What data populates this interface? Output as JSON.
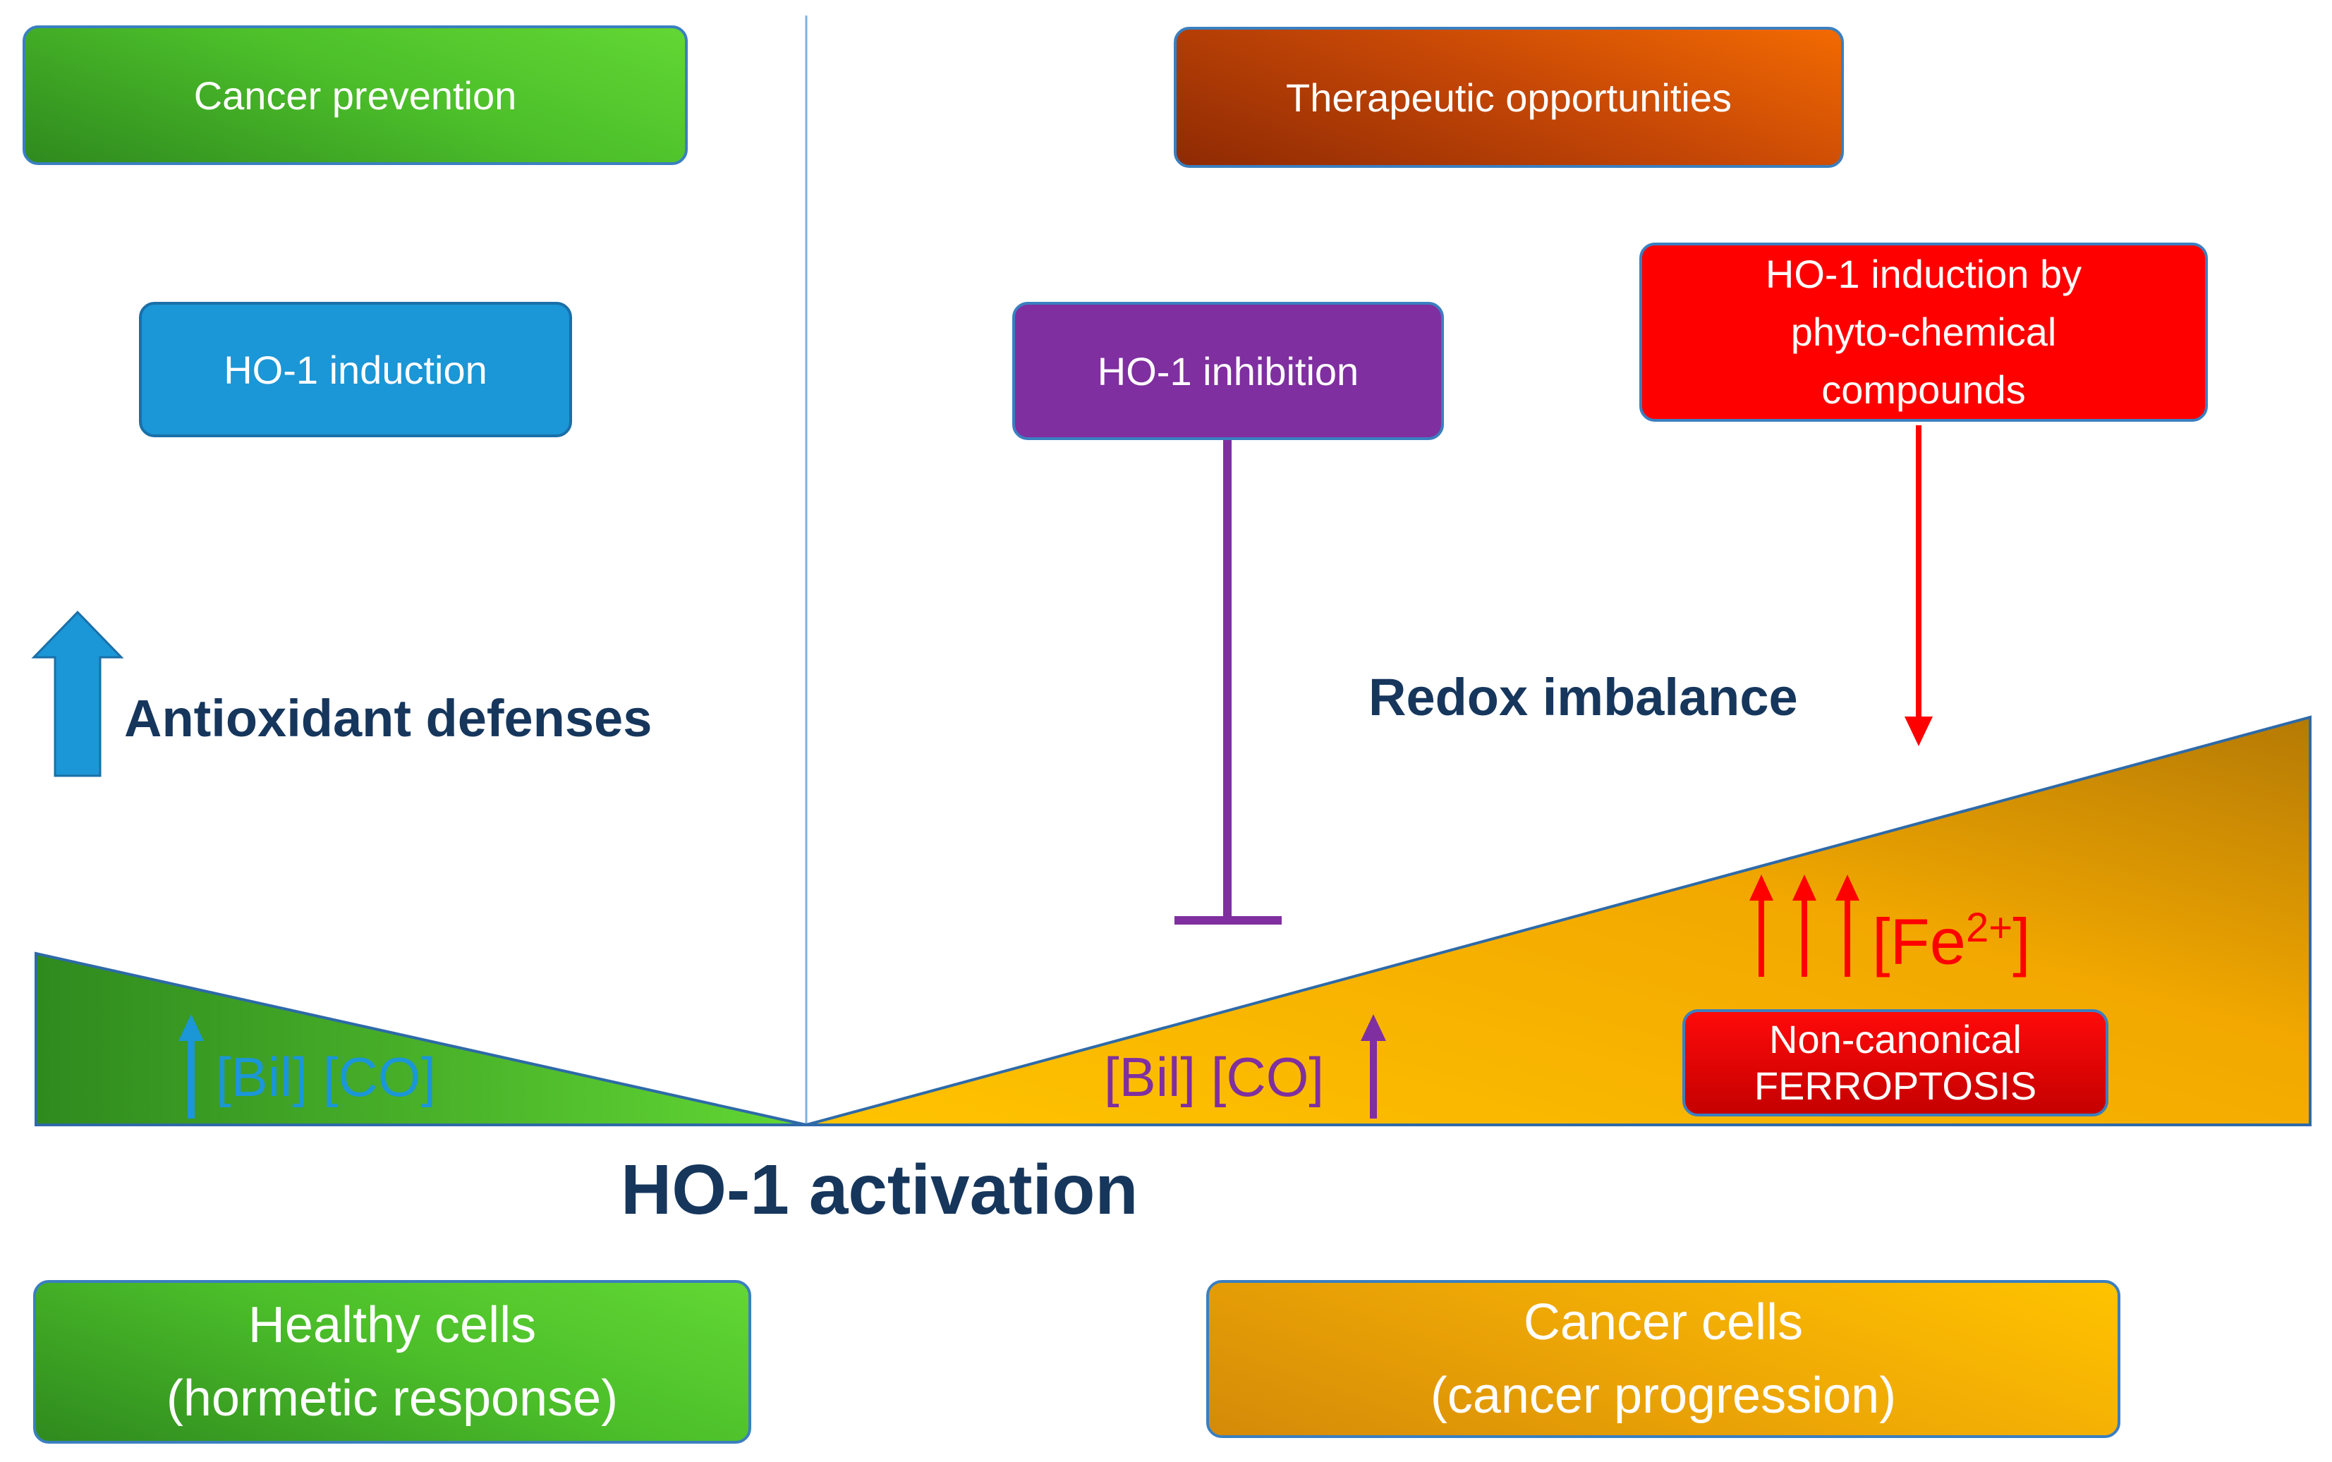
{
  "boxes": {
    "cancer_prevention": "Cancer prevention",
    "therapeutic_opportunities": "Therapeutic opportunities",
    "ho1_induction": "HO-1 induction",
    "ho1_inhibition": "HO-1 inhibition",
    "ho1_phyto": [
      "HO-1 induction by",
      "phyto-chemical",
      "compounds"
    ],
    "ferroptosis": [
      "Non-canonical",
      "FERROPTOSIS"
    ],
    "healthy_cells": [
      "Healthy cells",
      "(hormetic response)"
    ],
    "cancer_cells": [
      "Cancer cells",
      "(cancer progression)"
    ]
  },
  "labels": {
    "antioxidant_defenses": "Antioxidant defenses",
    "redox_imbalance": "Redox imbalance",
    "ho1_activation": "HO-1 activation",
    "bil_co": "[Bil] [CO]",
    "fe_base": "[Fe",
    "fe_sup": "2+",
    "fe_close": "]"
  },
  "colors": {
    "navy": "#16365c",
    "blue": "#1b96d6",
    "green": "#4cbf2a",
    "orange": "#f0aa05",
    "purple": "#7f2fa0",
    "red": "#ff0000",
    "divider": "#7fb0e0"
  }
}
